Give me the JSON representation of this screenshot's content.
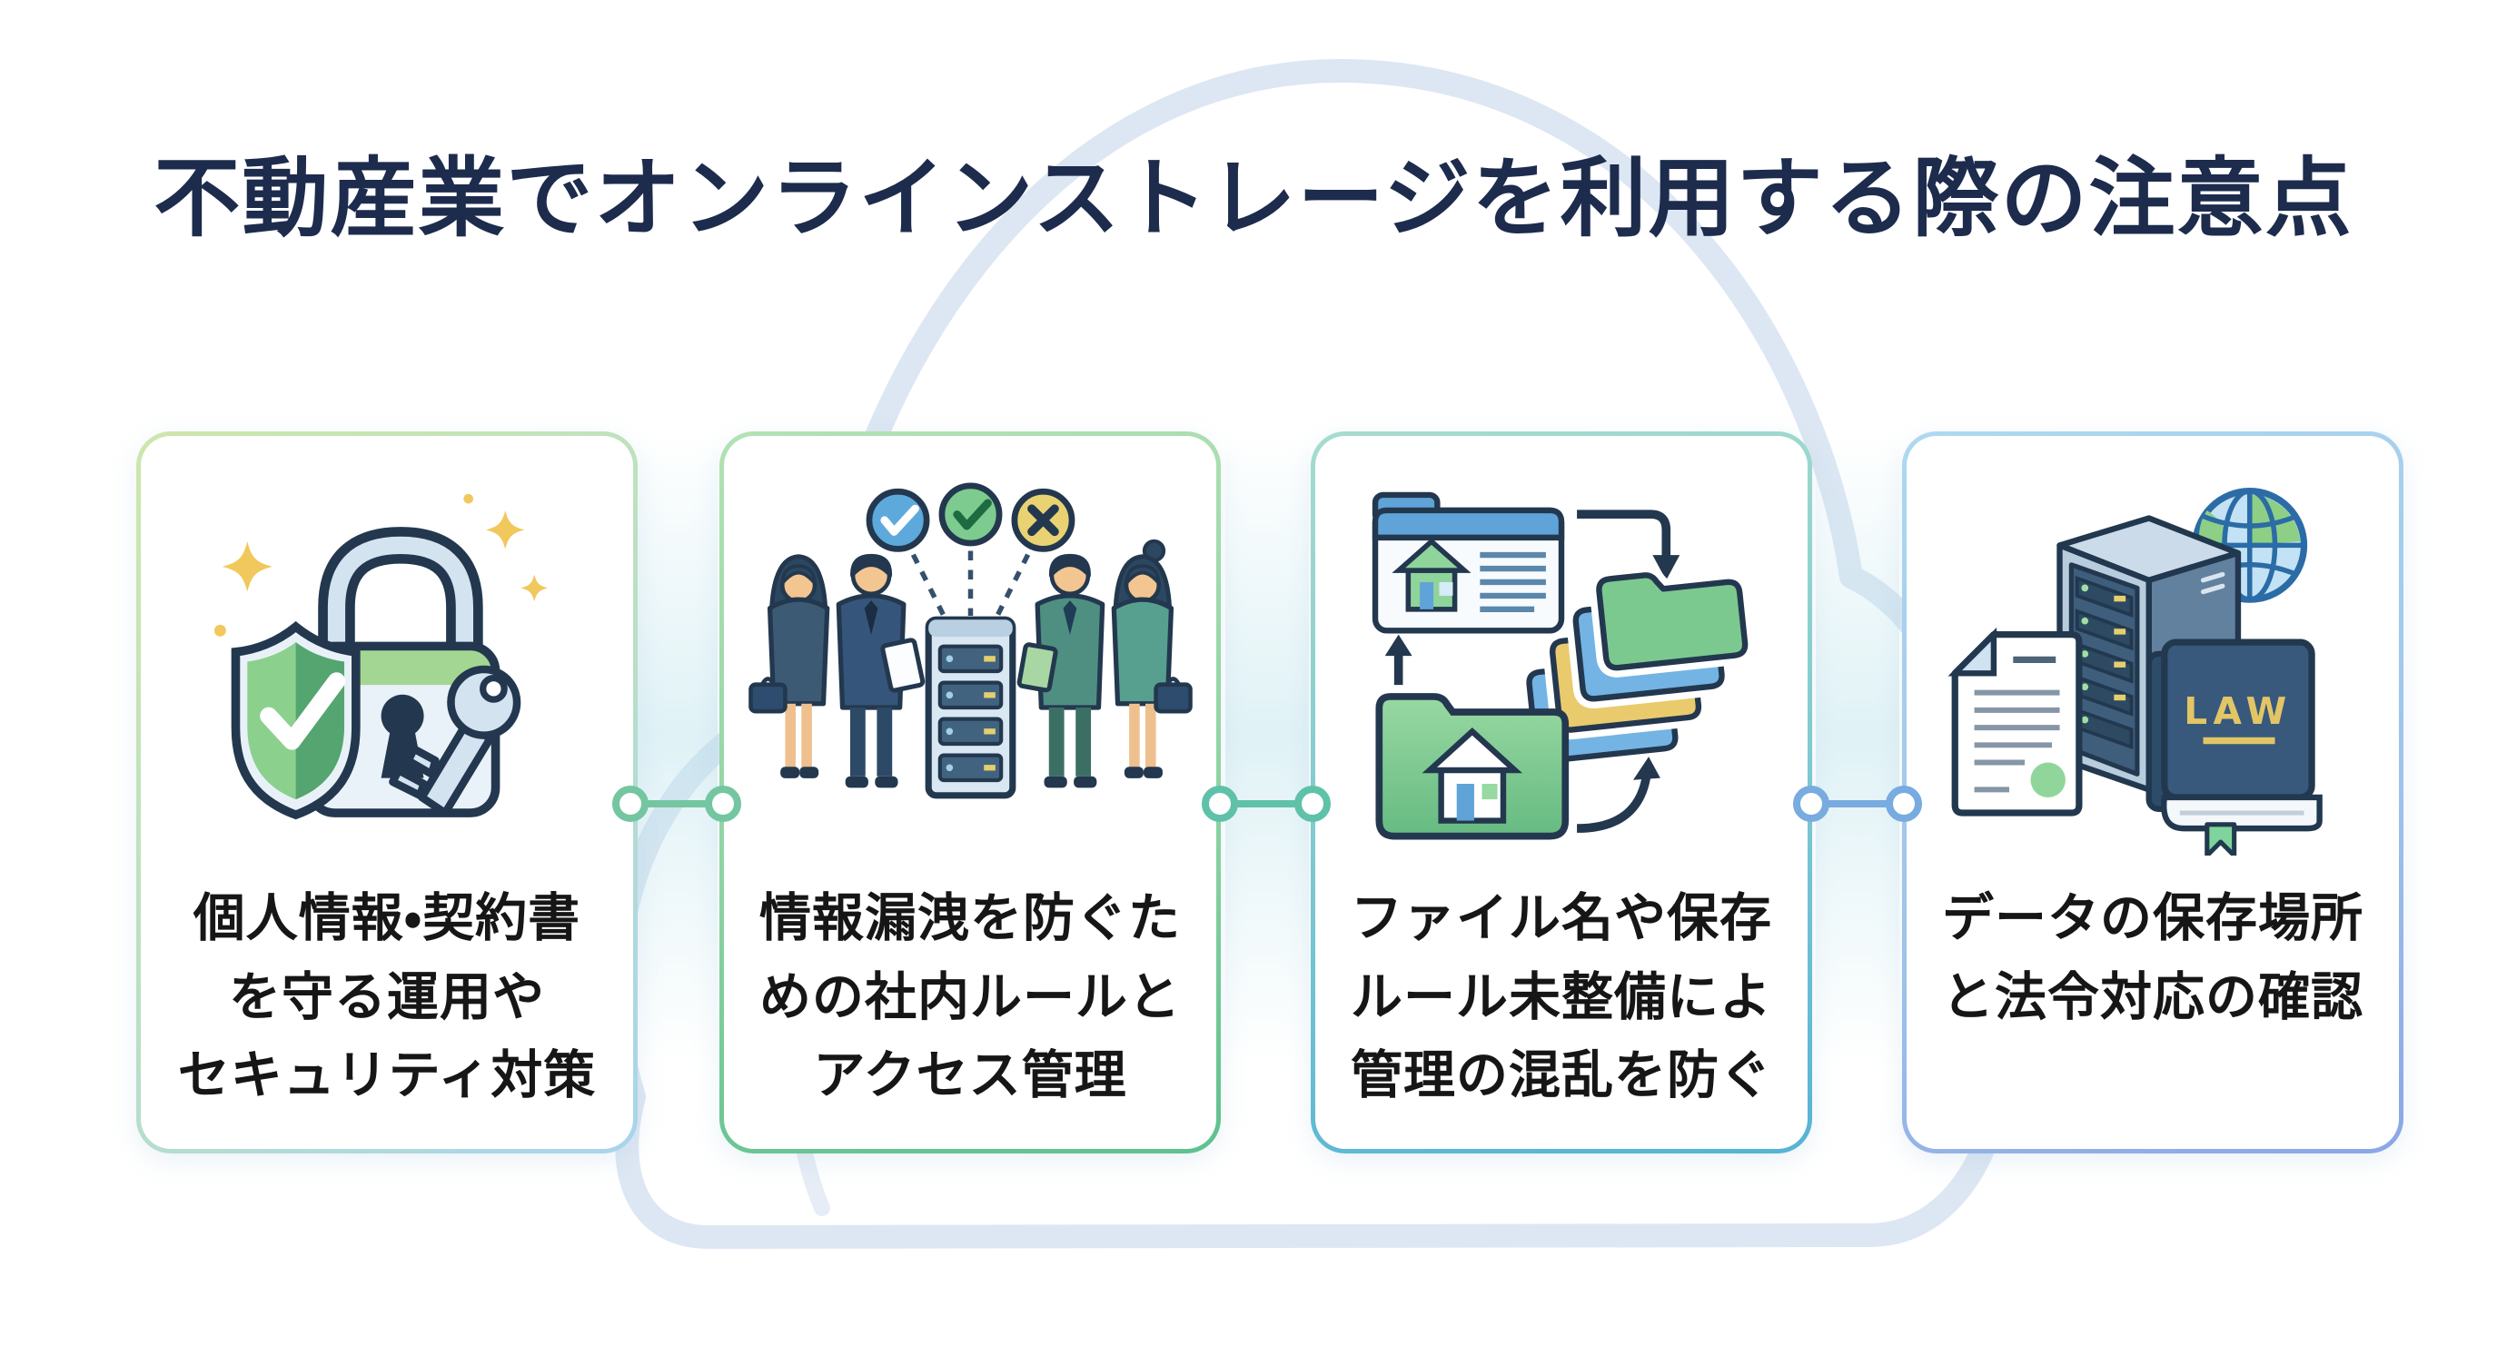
{
  "title": "不動産業でオンラインストレージを利用する際の注意点",
  "cards": [
    {
      "id": "security",
      "label": "個人情報・契約書\nを守る運用や\nセキュリティ対策",
      "icon": "lock-shield-key-icon"
    },
    {
      "id": "rules",
      "label": "情報漏洩を防ぐた\nめの社内ルールと\nアクセス管理",
      "icon": "team-server-icon"
    },
    {
      "id": "files",
      "label": "ファイル名や保存\nルール未整備によ\n管理の混乱を防ぐ",
      "icon": "folders-sync-icon"
    },
    {
      "id": "legal",
      "label": "データの保存場所\nと法令対応の確認",
      "icon": "server-law-globe-icon"
    }
  ],
  "law_book_label": "LAW",
  "connectors": [
    {
      "position": "between-card-1-2",
      "color": "#74c6a0"
    },
    {
      "position": "between-card-2-3",
      "color": "#5fc2a8"
    },
    {
      "position": "between-card-3-4",
      "color": "#78abdf"
    }
  ],
  "colors": {
    "title_text": "#1d2b4d",
    "card_text": "#161616",
    "cloud_outline": "#dde7f3",
    "card1_border": [
      "#cde7ab",
      "#a9d4ee"
    ],
    "card2_border": [
      "#b2e2b4",
      "#5fc18e"
    ],
    "card3_border": [
      "#a6dccd",
      "#55b4d4"
    ],
    "card4_border": [
      "#aed9ef",
      "#8ba6e6"
    ],
    "status_check_blue": "#5ea9dc",
    "status_check_green": "#7ecb8f",
    "status_x_yellow": "#e9d272",
    "sparkle_yellow": "#f1c85c"
  }
}
